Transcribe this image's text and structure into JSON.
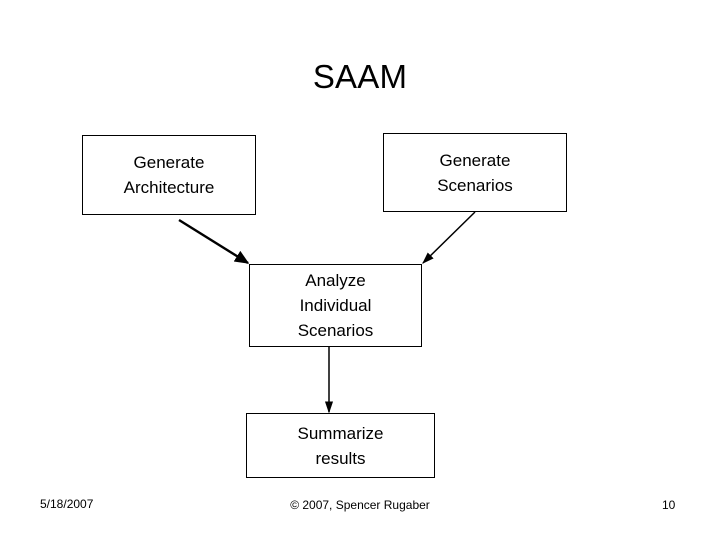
{
  "slide": {
    "title": "SAAM",
    "background_color": "#ffffff",
    "text_color": "#000000"
  },
  "diagram": {
    "type": "flowchart",
    "boxes": [
      {
        "id": "generate-architecture",
        "label": "Generate\nArchitecture"
      },
      {
        "id": "generate-scenarios",
        "label": "Generate\nScenarios"
      },
      {
        "id": "analyze-scenarios",
        "label": "Analyze\nIndividual\nScenarios"
      },
      {
        "id": "summarize-results",
        "label": "Summarize\nresults"
      }
    ],
    "arrows": [
      {
        "from": "generate-architecture",
        "to": "analyze-scenarios"
      },
      {
        "from": "generate-scenarios",
        "to": "analyze-scenarios"
      },
      {
        "from": "analyze-scenarios",
        "to": "summarize-results"
      }
    ]
  },
  "footer": {
    "date": "5/18/2007",
    "copyright": "© 2007, Spencer Rugaber",
    "page_number": "10"
  }
}
